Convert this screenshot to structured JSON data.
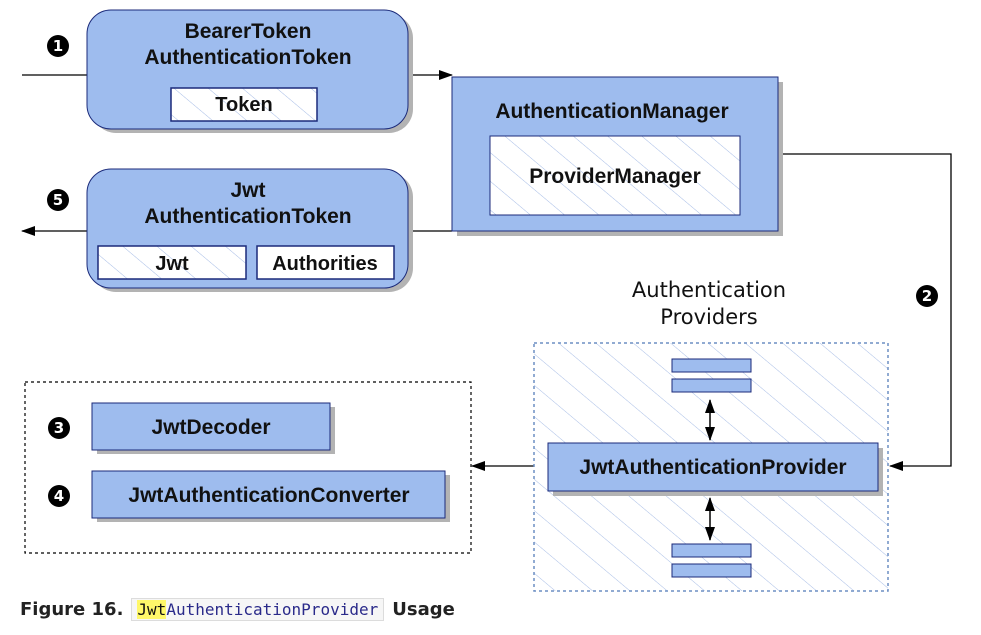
{
  "bearer_token": {
    "line1": "BearerToken",
    "line2": "AuthenticationToken",
    "token_label": "Token"
  },
  "authentication_manager": {
    "title": "AuthenticationManager",
    "inner_label": "ProviderManager"
  },
  "jwt_token": {
    "line1": "Jwt",
    "line2": "AuthenticationToken",
    "jwt_label": "Jwt",
    "authorities_label": "Authorities"
  },
  "providers": {
    "title_line1": "Authentication",
    "title_line2": "Providers",
    "jwt_provider_label": "JwtAuthenticationProvider"
  },
  "components": {
    "decoder_label": "JwtDecoder",
    "converter_label": "JwtAuthenticationConverter"
  },
  "steps": {
    "step1": "1",
    "step2": "2",
    "step3": "3",
    "step4": "4",
    "step5": "5"
  },
  "caption": {
    "prefix": "Figure 16.",
    "code_highlight": "Jwt",
    "code_rest": "AuthenticationProvider",
    "suffix": "Usage"
  },
  "colors": {
    "box_fill": "#9ebcee",
    "box_stroke": "#1b2a7a",
    "shadow": "#b3b3b3",
    "hatch": "#9ab0e0",
    "dotted": "#6d8fc4"
  }
}
